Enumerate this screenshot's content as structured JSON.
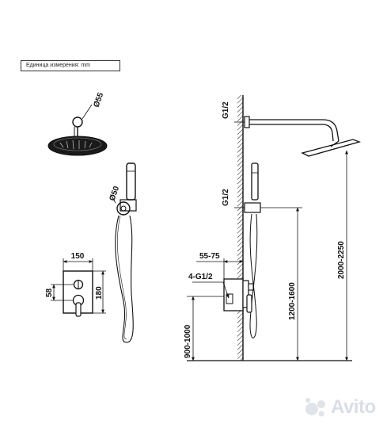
{
  "unit_note": "Единица измерения: mm",
  "plan_view": {
    "head_diameter": "Ø55",
    "holder_diameter": "Ø50"
  },
  "valve_panel": {
    "width": "150",
    "height": "180",
    "spacing": "58"
  },
  "side_view": {
    "overhead_inlet": "G1/2",
    "hand_inlet": "G1/2",
    "depth": "55-75",
    "connections": "4-G1/2",
    "valve_height": "900-1000",
    "holder_height": "1200-1600",
    "head_height": "2000-2250"
  },
  "watermark": "Avito"
}
